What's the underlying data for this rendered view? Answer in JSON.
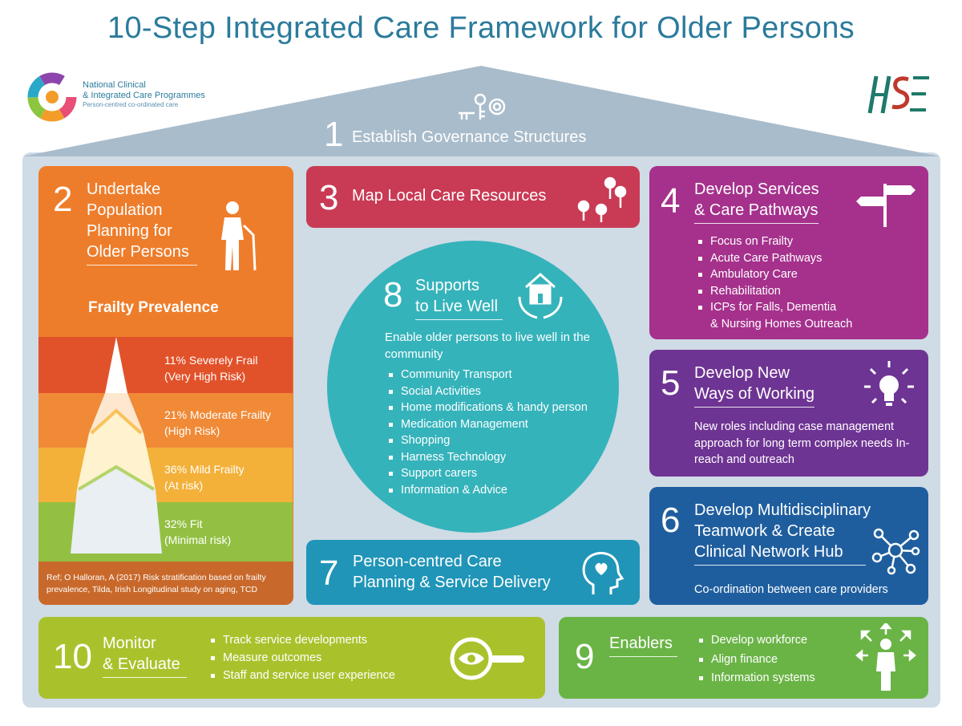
{
  "title": "10-Step Integrated Care Framework for Older Persons",
  "logo": {
    "line1": "National Clinical",
    "line2": "& Integrated Care Programmes",
    "line3": "Person-centred co-ordinated care",
    "hse": "HSE"
  },
  "step1": {
    "num": "1",
    "label": "Establish Governance Structures"
  },
  "step2": {
    "num": "2",
    "heading": [
      "Undertake",
      "Population",
      "Planning for",
      "Older Persons"
    ],
    "frailty_title": "Frailty Prevalence",
    "bands": [
      {
        "line1": "11% Severely Frail",
        "line2": "(Very High Risk)",
        "value": 11
      },
      {
        "line1": "21% Moderate Frailty",
        "line2": "(High Risk)",
        "value": 21
      },
      {
        "line1": "36% Mild Frailty",
        "line2": "(At risk)",
        "value": 36
      },
      {
        "line1": "32% Fit",
        "line2": "(Minimal risk)",
        "value": 32
      }
    ],
    "ref": "Ref; O Halloran, A (2017) Risk stratification based on frailty prevalence, Tilda, Irish Longitudinal study on aging, TCD"
  },
  "step3": {
    "num": "3",
    "label": "Map Local Care Resources"
  },
  "step4": {
    "num": "4",
    "heading": [
      "Develop Services",
      "& Care Pathways"
    ],
    "items": [
      "Focus on Frailty",
      "Acute Care Pathways",
      "Ambulatory Care",
      "Rehabilitation",
      "ICPs for Falls, Dementia"
    ],
    "items_cont": "& Nursing Homes Outreach"
  },
  "step5": {
    "num": "5",
    "heading": [
      "Develop New",
      "Ways of Working"
    ],
    "text": "New roles including case management approach for long term complex needs In-reach and outreach"
  },
  "step6": {
    "num": "6",
    "heading": [
      "Develop Multidisciplinary",
      "Teamwork & Create",
      "Clinical Network Hub"
    ],
    "text": "Co-ordination between care providers"
  },
  "step7": {
    "num": "7",
    "heading": [
      "Person-centred Care",
      "Planning & Service Delivery"
    ]
  },
  "step8": {
    "num": "8",
    "heading": [
      "Supports",
      "to Live Well"
    ],
    "intro": "Enable older persons to live well in the community",
    "items": [
      "Community Transport",
      "Social Activities",
      "Home modifications & handy person",
      "Medication Management",
      "Shopping",
      "Harness Technology",
      "Support carers",
      "Information & Advice"
    ]
  },
  "step9": {
    "num": "9",
    "heading": "Enablers",
    "items": [
      "Develop workforce",
      "Align finance",
      "Information systems"
    ]
  },
  "step10": {
    "num": "10",
    "heading": [
      "Monitor",
      "& Evaluate"
    ],
    "items": [
      "Track service developments",
      "Measure outcomes",
      "Staff and service user experience"
    ]
  },
  "colors": {
    "title": "#2b7b9c",
    "roof": "#a9bccb",
    "step2": "#ee7d2b",
    "step3": "#c93a55",
    "step4": "#a5318c",
    "step5": "#6e3493",
    "step6": "#1f5e9e",
    "step7": "#2095b8",
    "step8": "#35b3bb",
    "step9": "#6ab446",
    "step10": "#a9c22c"
  }
}
